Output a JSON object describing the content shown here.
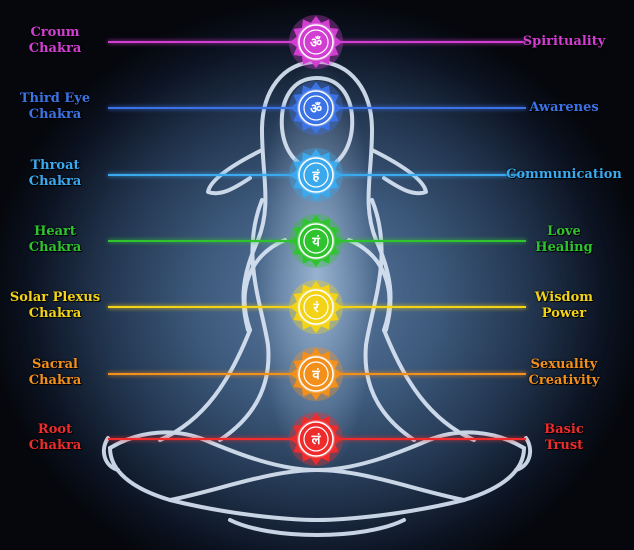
{
  "chakras": [
    {
      "name_line1": "Croum",
      "name_line2": "Chakra",
      "quality_line1": "Spirituality",
      "quality_line2": "",
      "color": "#d23ed2",
      "symbol": "ॐ"
    },
    {
      "name_line1": "Third Eye",
      "name_line2": "Chakra",
      "quality_line1": "Awarenes",
      "quality_line2": "",
      "color": "#3b73e6",
      "symbol": "ॐ"
    },
    {
      "name_line1": "Throat",
      "name_line2": "Chakra",
      "quality_line1": "Communication",
      "quality_line2": "",
      "color": "#3aa9ee",
      "symbol": "हं"
    },
    {
      "name_line1": "Heart",
      "name_line2": "Chakra",
      "quality_line1": "Love",
      "quality_line2": "Healing",
      "color": "#2fc42f",
      "symbol": "यं"
    },
    {
      "name_line1": "Solar Plexus",
      "name_line2": "Chakra",
      "quality_line1": "Wisdom",
      "quality_line2": "Power",
      "color": "#f2d318",
      "symbol": "रं"
    },
    {
      "name_line1": "Sacral",
      "name_line2": "Chakra",
      "quality_line1": "Sexuality",
      "quality_line2": "Creativity",
      "color": "#f3901c",
      "symbol": "वं"
    },
    {
      "name_line1": "Root",
      "name_line2": "Chakra",
      "quality_line1": "Basic",
      "quality_line2": "Trust",
      "color": "#ef2c2c",
      "symbol": "लं"
    }
  ]
}
